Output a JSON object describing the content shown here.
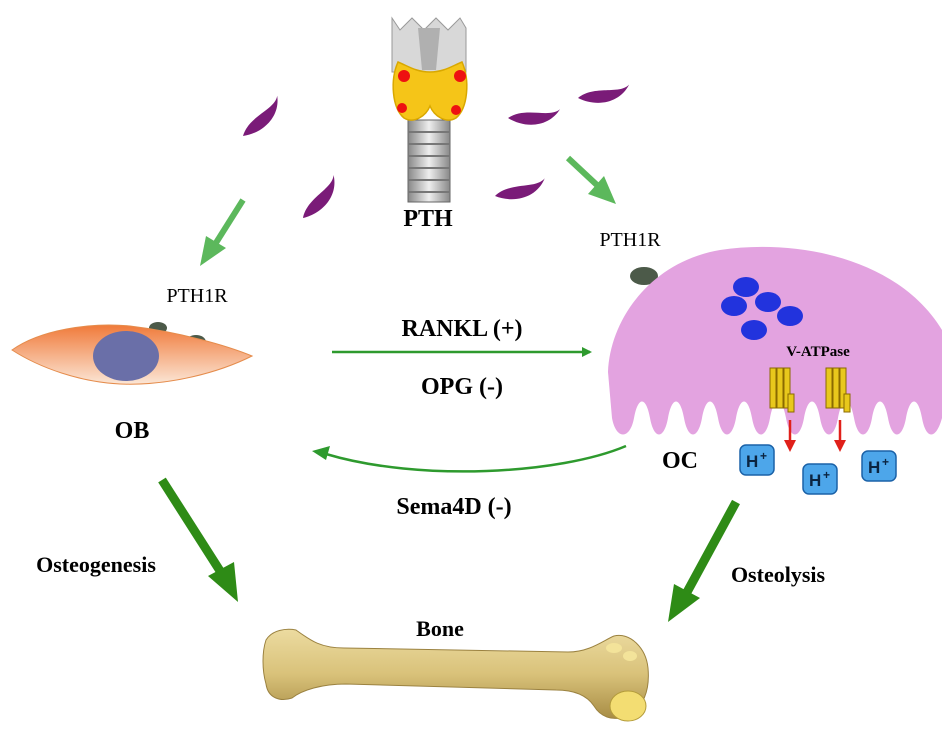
{
  "labels": {
    "pth": "PTH",
    "pth1r_left": "PTH1R",
    "pth1r_right": "PTH1R",
    "ob": "OB",
    "oc": "OC",
    "rankl": "RANKL (+)",
    "opg": "OPG (-)",
    "sema4d": "Sema4D (-)",
    "v_atpase": "V-ATPase",
    "osteogenesis": "Osteogenesis",
    "osteolysis": "Osteolysis",
    "bone": "Bone",
    "proton": "H",
    "proton_charge": "+"
  },
  "colors": {
    "pth_molecule": "#7a1b78",
    "green_arrow": "#2e9a2e",
    "green_arrow_light": "#5cb85c",
    "osteoclast": "#e3a3e0",
    "osteoblast_top": "#f07a3a",
    "osteoblast_bottom": "#fbe6d6",
    "nucleus": "#6a6fa8",
    "oc_nuclei": "#2233dd",
    "proton_box": "#4da6ea",
    "red_arrow": "#e0201a",
    "bone": "#d9c27a",
    "receptor": "#4c5a49"
  }
}
